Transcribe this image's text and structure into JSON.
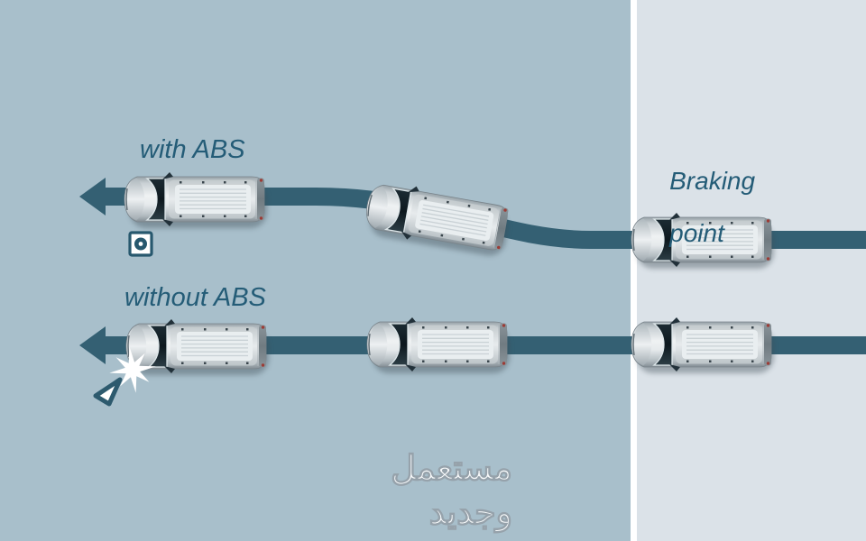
{
  "labels": {
    "with_abs": "with ABS",
    "without_abs": "without ABS",
    "braking_line1": "Braking",
    "braking_line2": "point"
  },
  "watermark": {
    "line1": "مستعمل",
    "line2": "وجديد"
  },
  "colors": {
    "bg_left": "#a8bfcb",
    "bg_right": "#dbe2e8",
    "divider": "#ffffff",
    "path_color": "#346073",
    "label_color": "#245c77",
    "watermark_stroke": "#95a0a9"
  },
  "icons": {
    "abs_sensor": "wheel-sensor-icon",
    "collision": "collision-star-icon",
    "skid": "skid-cone-icon"
  }
}
